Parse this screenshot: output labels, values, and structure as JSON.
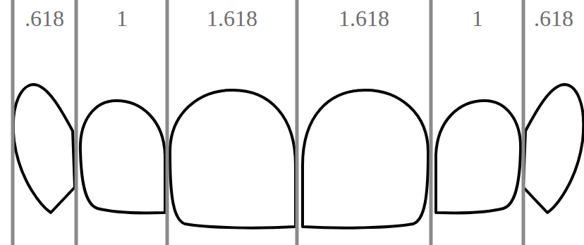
{
  "diagram": {
    "labels": [
      ".618",
      "1",
      "1.618",
      "1.618",
      "1",
      ".618"
    ]
  }
}
